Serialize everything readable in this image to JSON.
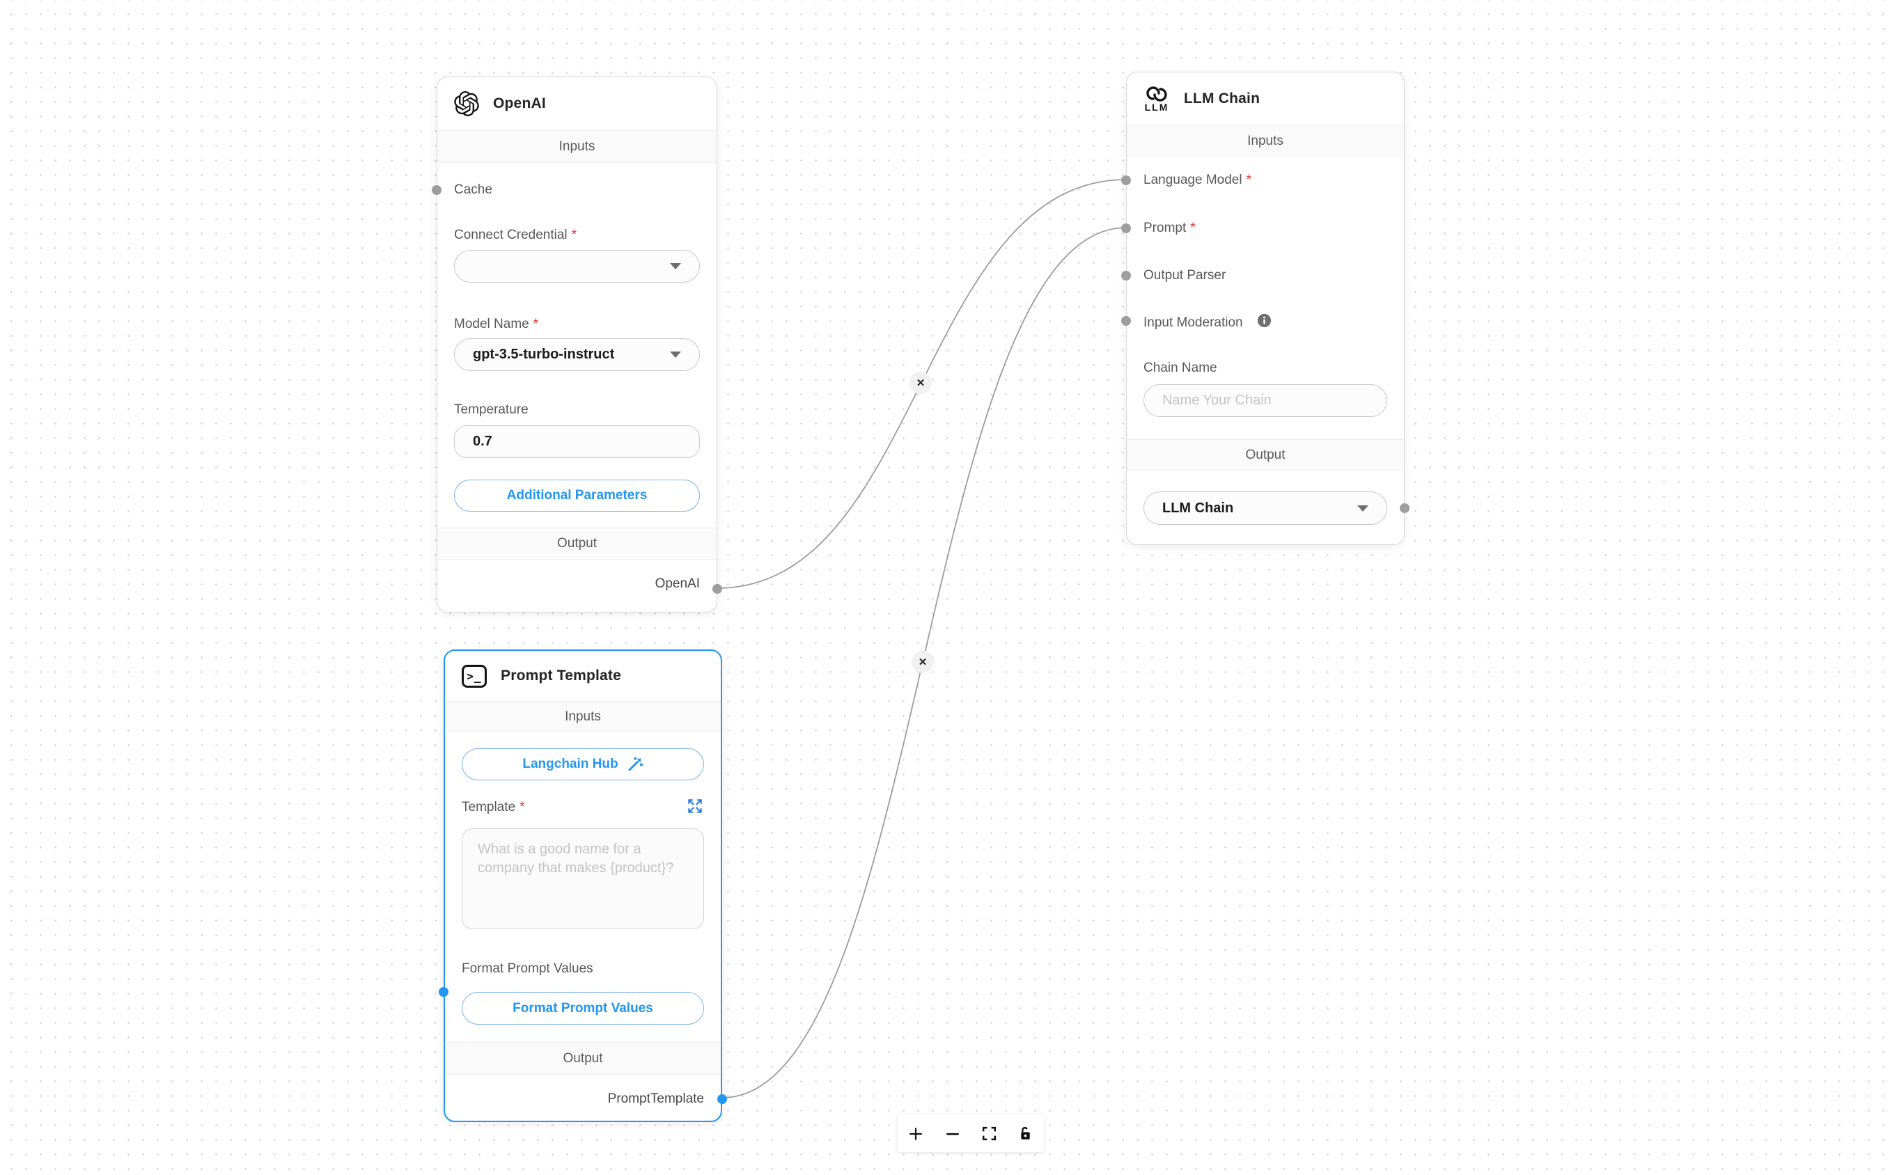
{
  "edges": {
    "delete_glyph": "✕"
  },
  "misc": {
    "required_marker": "*"
  },
  "nodes": {
    "openai": {
      "title": "OpenAI",
      "inputs_header": "Inputs",
      "cache_label": "Cache",
      "connect_credential_label": "Connect Credential",
      "credential_value": "",
      "model_name_label": "Model Name",
      "model_name_value": "gpt-3.5-turbo-instruct",
      "temperature_label": "Temperature",
      "temperature_value": "0.7",
      "additional_parameters_button": "Additional Parameters",
      "output_header": "Output",
      "output_anchor_label": "OpenAI"
    },
    "prompt_template": {
      "title": "Prompt Template",
      "icon_glyph": ">_",
      "inputs_header": "Inputs",
      "langchain_hub_button": "Langchain Hub",
      "template_label": "Template",
      "template_placeholder": "What is a good name for a company that makes {product}?",
      "format_prompt_values_label": "Format Prompt Values",
      "format_prompt_values_button": "Format Prompt Values",
      "output_header": "Output",
      "output_anchor_label": "PromptTemplate"
    },
    "llm_chain": {
      "title": "LLM Chain",
      "icon_text": "LLM",
      "inputs_header": "Inputs",
      "language_model_label": "Language Model",
      "prompt_label": "Prompt",
      "output_parser_label": "Output Parser",
      "input_moderation_label": "Input Moderation",
      "chain_name_label": "Chain Name",
      "chain_name_placeholder": "Name Your Chain",
      "output_header": "Output",
      "output_value": "LLM Chain"
    }
  },
  "colors": {
    "accent_blue": "#2196f3",
    "required_red": "#e53935",
    "edge_gray": "#9c9c9c",
    "handle_gray": "#9e9e9e"
  }
}
